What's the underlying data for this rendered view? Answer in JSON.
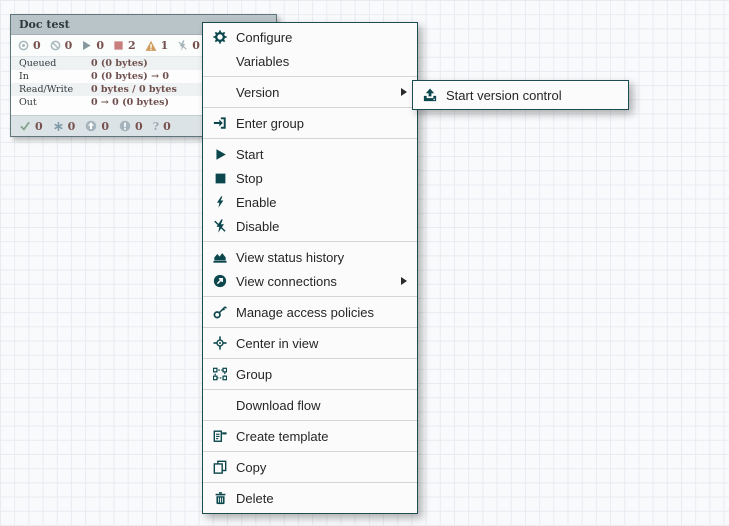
{
  "process_group": {
    "title": "Doc test",
    "status_bar": [
      {
        "icon": "transmitting-icon",
        "count": "0"
      },
      {
        "icon": "not-transmitting-icon",
        "count": "0"
      },
      {
        "icon": "running-icon",
        "count": "0"
      },
      {
        "icon": "stopped-icon",
        "count": "2"
      },
      {
        "icon": "invalid-icon",
        "count": "1"
      },
      {
        "icon": "disabled-icon",
        "count": "0"
      }
    ],
    "stats": [
      {
        "label": "Queued",
        "value": "0 (0 bytes)"
      },
      {
        "label": "In",
        "value": "0 (0 bytes) → 0"
      },
      {
        "label": "Read/Write",
        "value": "0 bytes / 0 bytes"
      },
      {
        "label": "Out",
        "value": "0 → 0 (0 bytes)"
      }
    ],
    "version_bar": [
      {
        "icon": "up-to-date-icon",
        "count": "0"
      },
      {
        "icon": "locally-modified-icon",
        "count": "0"
      },
      {
        "icon": "stale-icon",
        "count": "0"
      },
      {
        "icon": "locally-modified-stale-icon",
        "count": "0"
      },
      {
        "icon": "sync-failure-icon",
        "count": "0"
      }
    ]
  },
  "context_menu": {
    "items": [
      {
        "label": "Configure",
        "icon": "gear-icon"
      },
      {
        "label": "Variables",
        "icon": null
      },
      {
        "label": "Version",
        "icon": null,
        "has_submenu": true
      },
      {
        "label": "Enter group",
        "icon": "sign-in-icon"
      },
      {
        "label": "Start",
        "icon": "play-icon"
      },
      {
        "label": "Stop",
        "icon": "stop-icon"
      },
      {
        "label": "Enable",
        "icon": "bolt-icon"
      },
      {
        "label": "Disable",
        "icon": "bolt-slash-icon"
      },
      {
        "label": "View status history",
        "icon": "area-chart-icon"
      },
      {
        "label": "View connections",
        "icon": "circle-arrow-icon",
        "has_submenu": true
      },
      {
        "label": "Manage access policies",
        "icon": "key-icon"
      },
      {
        "label": "Center in view",
        "icon": "crosshairs-icon"
      },
      {
        "label": "Group",
        "icon": "object-group-icon"
      },
      {
        "label": "Download flow",
        "icon": null
      },
      {
        "label": "Create template",
        "icon": "template-icon"
      },
      {
        "label": "Copy",
        "icon": "copy-icon"
      },
      {
        "label": "Delete",
        "icon": "trash-icon"
      }
    ]
  },
  "version_submenu": {
    "items": [
      {
        "label": "Start version control",
        "icon": "upload-icon"
      }
    ]
  },
  "colors": {
    "menu_border": "#1d4d52",
    "menu_background": "#fbfbfb",
    "menu_icon": "#0b474c",
    "group_header_fill": "#b9c4c8",
    "stat_value_text": "#775351",
    "stopped_red": "#c87e7c",
    "invalid_amber": "#cf9e5e",
    "muted_status": "#9fb1b7"
  }
}
